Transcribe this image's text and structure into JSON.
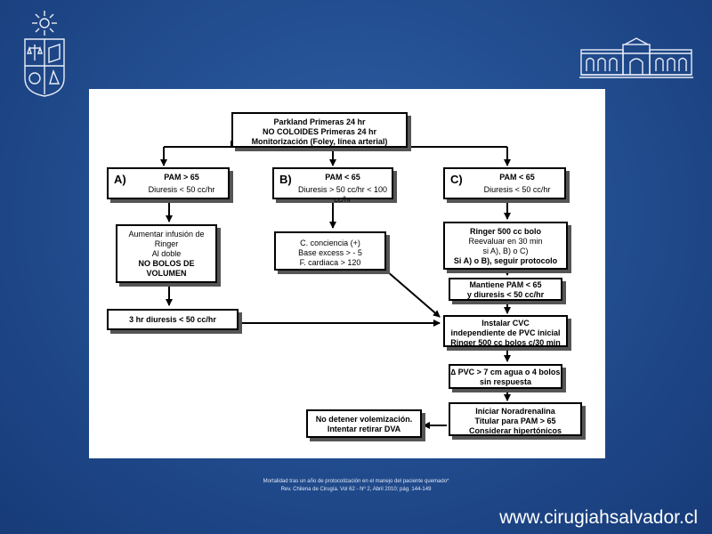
{
  "top_box": {
    "line1": "Parkland Primeras 24 hr",
    "line2": "NO COLOIDES Primeras 24 hr",
    "line3": "Monitorización (Foley, línea arterial)"
  },
  "branch_a": {
    "label": "A)",
    "line1": "PAM > 65",
    "line2": "Diuresis < 50 cc/hr"
  },
  "branch_b": {
    "label": "B)",
    "line1": "PAM < 65",
    "line2": "Diuresis > 50 cc/hr < 100 cc/hr"
  },
  "branch_c": {
    "label": "C)",
    "line1": "PAM < 65",
    "line2": "Diuresis < 50 cc/hr"
  },
  "a_step": {
    "line1": "Aumentar infusión de",
    "line2": "Ringer",
    "line3": "Al doble",
    "line4": "NO BOLOS DE",
    "line5": "VOLUMEN"
  },
  "a_result": "3 hr diuresis < 50 cc/hr",
  "b_step": {
    "line1": "C. conciencia (+)",
    "line2": "Base excess > - 5",
    "line3": "F. cardiaca > 120"
  },
  "c_step1": {
    "line1": "Ringer 500 cc bolo",
    "line2": "Reevaluar en 30 min",
    "line3": "si A), B) o C)",
    "line4": "Si A) o B), seguir protocolo"
  },
  "c_step2": {
    "line1": "Mantiene PAM < 65",
    "line2": "y diuresis < 50 cc/hr"
  },
  "cvc": {
    "line1": "Instalar CVC",
    "line2": "independiente de PVC inicial",
    "line3": "Ringer 500 cc bolos c/30 min"
  },
  "pvc": {
    "line1": "∆ PVC > 7 cm agua o 4 bolos",
    "line2": "sin respuesta"
  },
  "noradrenalina": {
    "line1": "Iniciar Noradrenalina",
    "line2": "Titular para PAM > 65",
    "line3": "Considerar hipertónicos"
  },
  "stop": {
    "line1": "No detener volemización.",
    "line2": "Intentar retirar DVA"
  },
  "citation": {
    "line1": "Mortalidad tras un año de protocolización en el manejo del paciente quemado*",
    "line2": "Rev. Chilena de Cirugía. Vol 62 - Nº 2, Abril 2010; pág. 144-149"
  },
  "website": "www.cirugiahsalvador.cl",
  "colors": {
    "background": "#234f92",
    "panel": "#ffffff",
    "shadow": "#555555"
  }
}
